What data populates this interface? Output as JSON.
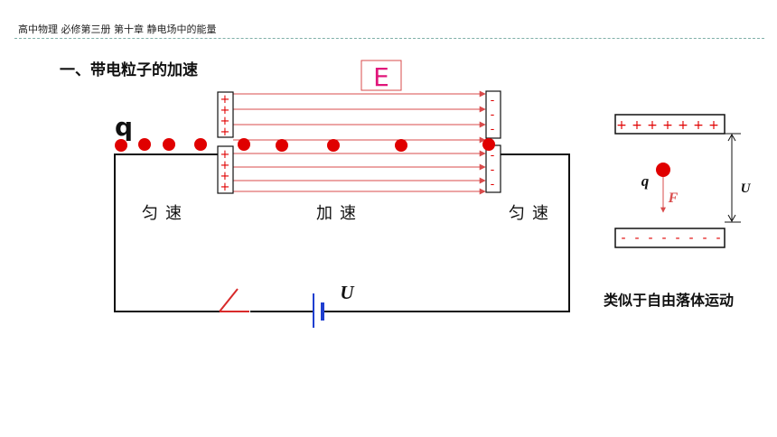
{
  "header": {
    "breadcrumb": "高中物理  必修第三册   第十章 静电场中的能量"
  },
  "section": {
    "title": "一、带电粒子的加速"
  },
  "diagram": {
    "field_label": "E",
    "charge_label": "q",
    "voltage_label": "U",
    "region_left": "匀速",
    "region_middle": "加速",
    "region_right": "匀速",
    "plus_sign": "+",
    "minus_sign": "-"
  },
  "analogy": {
    "charge_label": "q",
    "force_label": "F",
    "voltage_label": "U",
    "caption": "类似于自由落体运动"
  },
  "colors": {
    "field_line": "#d94b4b",
    "particle": "#e00000",
    "field_label": "#e0157a",
    "battery": "#1f3fd0",
    "switch": "#d82a2a"
  }
}
